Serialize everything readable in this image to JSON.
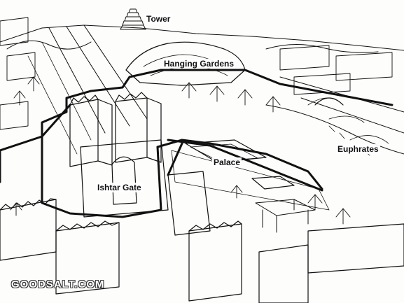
{
  "labels": {
    "tower": "Tower",
    "hanging_gardens": "Hanging Gardens",
    "palace": "Palace",
    "euphrates": "Euphrates",
    "ishtar_gate": "Ishtar Gate"
  },
  "watermark": "GOODSALT.COM",
  "colors": {
    "ink": "#111111",
    "paper": "#fdfdfb"
  }
}
